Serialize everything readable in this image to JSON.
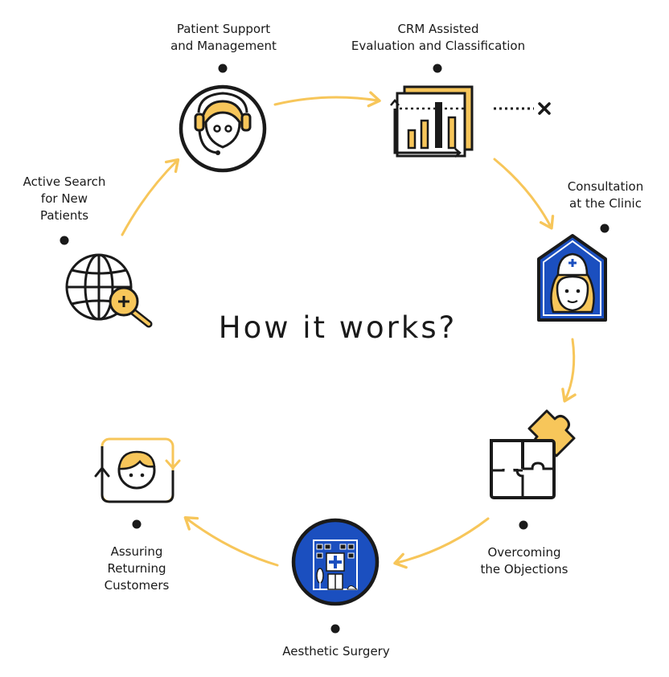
{
  "title": "How it works?",
  "colors": {
    "accent": "#F7C65A",
    "blue": "#1B4FBF",
    "ink": "#1A1A1A"
  },
  "steps": [
    {
      "lines": [
        "Patient Support",
        "and Management"
      ],
      "icon": "headset-agent-icon"
    },
    {
      "lines": [
        "CRM Assisted",
        "Evaluation and Classification"
      ],
      "icon": "bar-chart-icon"
    },
    {
      "lines": [
        "Consultation",
        "at the Clinic"
      ],
      "icon": "nurse-clinic-icon"
    },
    {
      "lines": [
        "Overcoming",
        "the Objections"
      ],
      "icon": "puzzle-icon"
    },
    {
      "lines": [
        "Aesthetic Surgery"
      ],
      "icon": "hospital-building-icon"
    },
    {
      "lines": [
        "Assuring",
        "Returning",
        "Customers"
      ],
      "icon": "returning-customer-icon"
    },
    {
      "lines": [
        "Active Search",
        "for New",
        "Patients"
      ],
      "icon": "globe-search-icon"
    }
  ]
}
